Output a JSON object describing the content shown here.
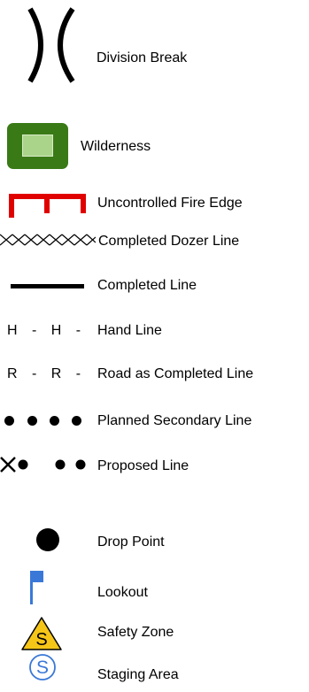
{
  "legend": {
    "items": [
      {
        "symbol": "division-break-icon",
        "label": "Division Break"
      },
      {
        "symbol": "wilderness-icon",
        "label": "Wilderness",
        "colors": {
          "outer": "#3a7a16",
          "inner": "#a9d48a"
        }
      },
      {
        "symbol": "uncontrolled-fire-edge-icon",
        "label": "Uncontrolled Fire Edge",
        "color": "#e00000"
      },
      {
        "symbol": "completed-dozer-line-icon",
        "label": "Completed Dozer Line",
        "pattern": "XXXXXXX"
      },
      {
        "symbol": "completed-line-icon",
        "label": "Completed Line"
      },
      {
        "symbol": "hand-line-icon",
        "label": "Hand Line",
        "pattern_text": "H - H -"
      },
      {
        "symbol": "road-line-icon",
        "label": "Road as Completed Line",
        "pattern_text": "R - R -"
      },
      {
        "symbol": "planned-secondary-line-icon",
        "label": "Planned Secondary Line"
      },
      {
        "symbol": "proposed-line-icon",
        "label": "Proposed Line"
      },
      {
        "symbol": "drop-point-icon",
        "label": "Drop Point"
      },
      {
        "symbol": "lookout-flag-icon",
        "label": "Lookout",
        "color": "#3a78d8"
      },
      {
        "symbol": "safety-zone-icon",
        "label": "Safety Zone",
        "glyph": "S",
        "color": "#f5c518"
      },
      {
        "symbol": "staging-area-icon",
        "label": "Staging Area",
        "glyph": "S",
        "color": "#3a78d8"
      }
    ]
  }
}
